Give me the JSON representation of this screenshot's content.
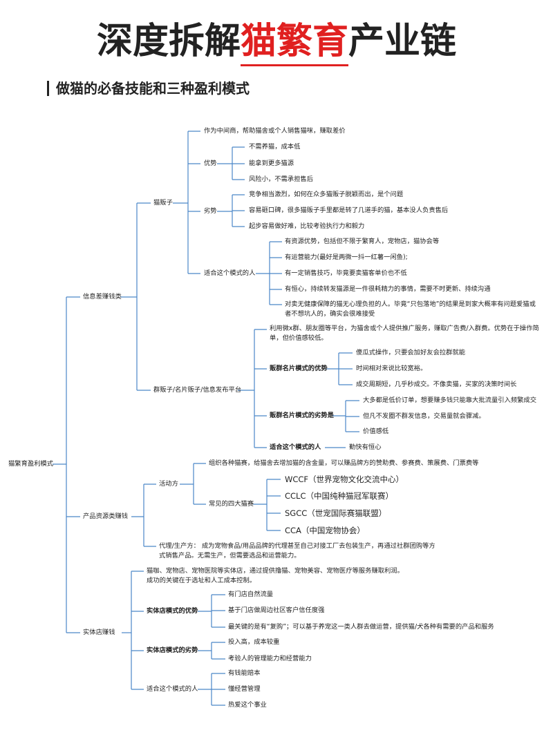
{
  "title": {
    "pre": "深度拆解",
    "highlight": "猫繁育",
    "post": "产业链"
  },
  "subtitle": "做猫的必备技能和三种盈利模式",
  "colors": {
    "line": "#4a86c8",
    "title_highlight": "#e02020",
    "text": "#222222"
  },
  "nodes": {
    "root": "猫繁育盈利模式",
    "info": "信息差赚钱类",
    "dealer": "猫贩子",
    "dealer_desc": "作为中间商，帮助猫舍或个人销售猫咪，赚取差价",
    "pros": "优势",
    "pros_1": "不需养猫，成本低",
    "pros_2": "能拿到更多猫源",
    "pros_3": "风险小，不需承担售后",
    "cons": "劣势",
    "cons_1": "竞争相当激烈，如何在众多猫贩子脱颖而出，是个问题",
    "cons_2": "容易砸口碑，很多猫贩子手里都是转了几道手的猫，基本没人负责售后",
    "cons_3": "起步容易做好难，比较考验执行力和毅力",
    "fit": "适合这个模式的人",
    "fit_1": "有资源优势，包括但不限于繁育人，宠物店，猫协会等",
    "fit_2": "有运营能力(最好是两微一抖一红薯一闲鱼);",
    "fit_3": "有一定销售技巧，毕竟要卖猫客单价也不低",
    "fit_4": "有恒心，持续转发猫源是一件很耗精力的事情，需要不时更新、持续沟通",
    "fit_5": "对卖无健康保障的猫无心理负担的人。毕竟“只包落地”的结果是到家大概率有问题爱猫或者不想坑人的，确实会很难接受",
    "group": "群贩子/名片贩子/信息发布平台",
    "group_desc": "利用微x群、朋友圈等平台，为猫舍或个人提供推广服务，赚取广告费/入群费。优势在于操作简单，但价值感较低。",
    "group_pros": "贩群名片模式的优势",
    "gp_1": "傻瓜式操作，只要会加好友会拉群就能",
    "gp_2": "时间相对来说比较宽裕。",
    "gp_3": "成交周期短，几乎秒成交。不像卖猫，买家的决策时间长",
    "group_cons": "贩群名片模式的劣势是",
    "gc_1": "大多都是低价订单，想要赚多钱只能靠大批流量引入频繁成交",
    "gc_2": "但凡不发圈不群发信息，交易量就会骤减。",
    "gc_3": "价值感低",
    "group_fit": "适合这个模式的人",
    "gf_1": "勤快有恒心",
    "product": "产品资源类赚钱",
    "event": "活动方",
    "event_desc": "组织各种猫赛，给猫舍去增加猫的含金量，可以赚品牌方的赞助费、参赛费、策展费、门票费等",
    "four": "常见的四大猫赛",
    "four_1": "WCCF（世界宠物文化交流中心）",
    "four_2": "CCLC（中国纯种猫冠军联赛）",
    "four_3": "SGCC（世宠国际赛猫联盟）",
    "four_4": "CCA（中国宠物协会）",
    "agent": "代理/生产方：  成为宠物食品/用品品牌的代理甚至自己对接工厂去包装生产，再通过社群团购等方式销售产品。无需生产，但需要选品和运营能力。",
    "store": "实体店赚钱",
    "store_desc": "猫咖、宠物店、宠物医院等实体店，通过提供撸猫、宠物美容、宠物医疗等服务赚取利润。成功的关键在于选址和人工成本控制。",
    "store_pros": "实体店模式的优势",
    "sp_1": "有门店自然流量",
    "sp_2": "基于门店做周边社区客户信任度强",
    "sp_3": "最关键的是有“复购”；可以基于养宠这一类人群去做运营，提供猫/犬各种有需要的产品和服务",
    "store_cons": "实体店模式的劣势",
    "sc_1": "投入高，成本较重",
    "sc_2": "考验人的管理能力和经营能力",
    "store_fit": "适合这个模式的人",
    "sf_1": "有钱能赔本",
    "sf_2": "懂经营管理",
    "sf_3": "热爱这个事业"
  }
}
